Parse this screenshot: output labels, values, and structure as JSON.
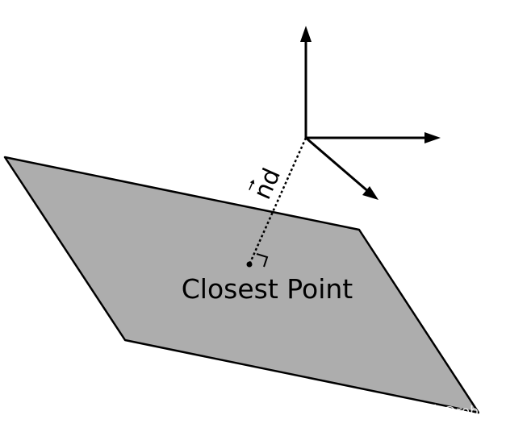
{
  "diagram": {
    "closest_point_label": "Closest Point",
    "distance_label": "nd",
    "vector_accent": "⃗",
    "watermark": "知乎 @robot"
  },
  "colors": {
    "plane_fill": "#adadad",
    "stroke": "#000000",
    "background": "#ffffff"
  },
  "icons": {
    "axis_up": "arrow-up-icon",
    "axis_right": "arrow-right-icon",
    "axis_diag": "arrow-down-right-icon"
  }
}
